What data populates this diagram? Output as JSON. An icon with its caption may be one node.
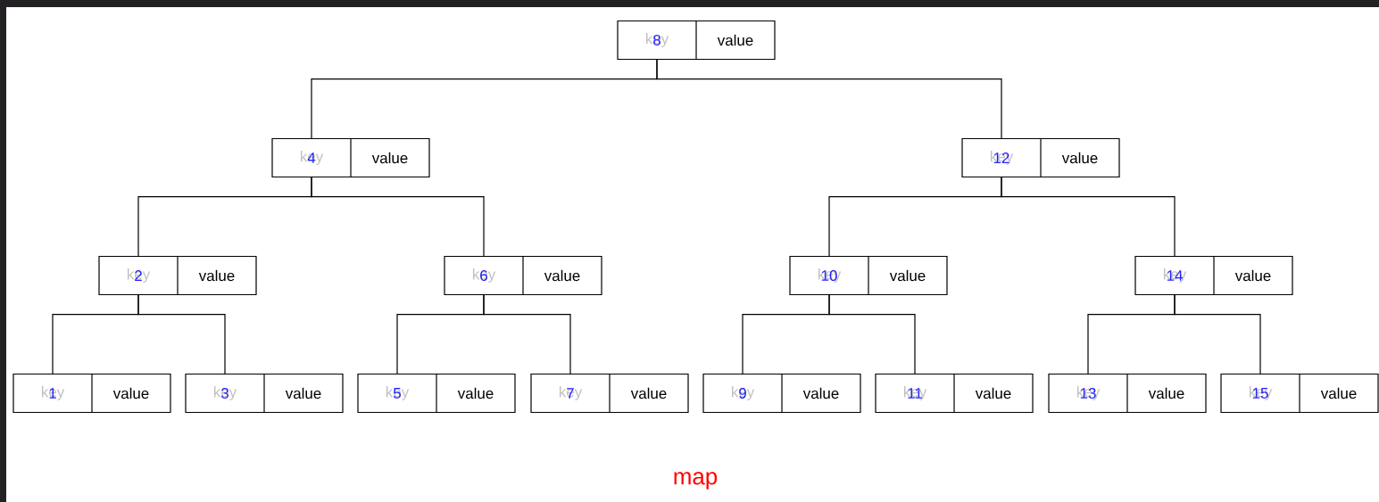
{
  "diagram": {
    "caption": "map",
    "nodes": [
      {
        "text": [
          "key",
          "8",
          "value"
        ]
      },
      {
        "text": [
          "key",
          "4",
          "value"
        ]
      },
      {
        "text": [
          "key",
          "12",
          "value"
        ]
      },
      {
        "text": [
          "key",
          "2",
          "value"
        ]
      },
      {
        "text": [
          "key",
          "6",
          "value"
        ]
      },
      {
        "text": [
          "key",
          "10",
          "value"
        ]
      },
      {
        "text": [
          "key",
          "14",
          "value"
        ]
      },
      {
        "text": [
          "key",
          "1",
          "value"
        ]
      },
      {
        "text": [
          "key",
          "3",
          "value"
        ]
      },
      {
        "text": [
          "key",
          "5",
          "value"
        ]
      },
      {
        "text": [
          "key",
          "7",
          "value"
        ]
      },
      {
        "text": [
          "key",
          "9",
          "value"
        ]
      },
      {
        "text": [
          "key",
          "11",
          "value"
        ]
      },
      {
        "text": [
          "key",
          "13",
          "value"
        ]
      },
      {
        "text": [
          "key",
          "15",
          "value"
        ]
      }
    ],
    "edges": [
      {
        "from": 0,
        "to": 1,
        "arrow": "none"
      },
      {
        "from": 0,
        "to": 2,
        "arrow": "none"
      },
      {
        "from": 1,
        "to": 3,
        "arrow": "none"
      },
      {
        "from": 1,
        "to": 4,
        "arrow": "none"
      },
      {
        "from": 2,
        "to": 5,
        "arrow": "none"
      },
      {
        "from": 2,
        "to": 6,
        "arrow": "none"
      },
      {
        "from": 3,
        "to": 7,
        "arrow": "none"
      },
      {
        "from": 3,
        "to": 8,
        "arrow": "none"
      },
      {
        "from": 4,
        "to": 9,
        "arrow": "none"
      },
      {
        "from": 4,
        "to": 10,
        "arrow": "none"
      },
      {
        "from": 5,
        "to": 11,
        "arrow": "none"
      },
      {
        "from": 5,
        "to": 12,
        "arrow": "none"
      },
      {
        "from": 6,
        "to": 13,
        "arrow": "none"
      },
      {
        "from": 6,
        "to": 14,
        "arrow": "none"
      }
    ]
  }
}
